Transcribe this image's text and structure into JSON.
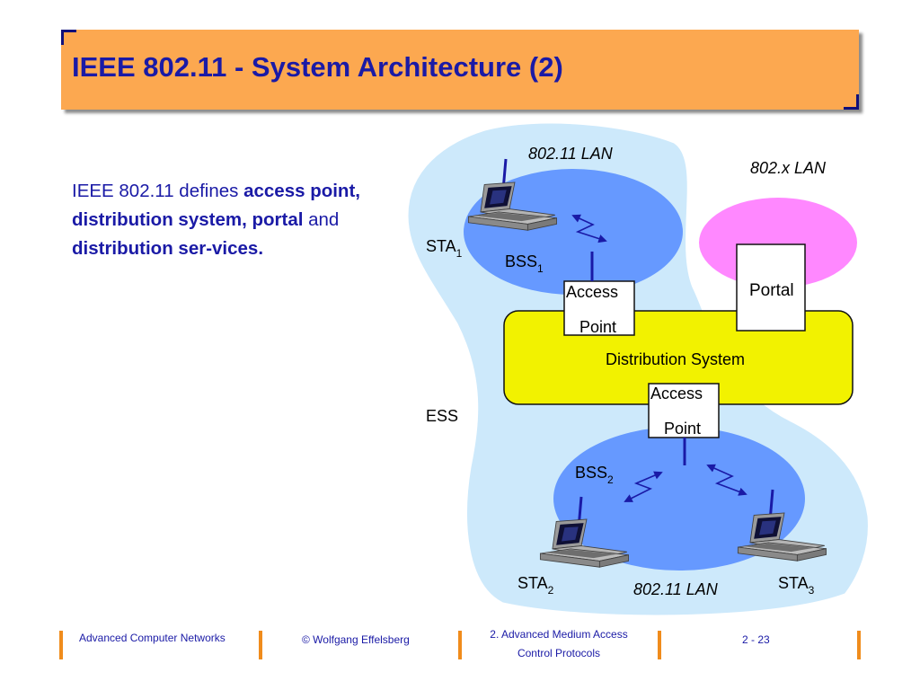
{
  "title": "IEEE 802.11 - System Architecture (2)",
  "body": {
    "t1": "IEEE 802.11 defines ",
    "b1": "access point, distribution system, portal",
    "t2": " and ",
    "b2": "distribution ser-vices."
  },
  "diagram": {
    "lan_top": "802.11 LAN",
    "lan_bottom": "802.11 LAN",
    "lan_x": "802.x LAN",
    "portal": "Portal",
    "distribution_system": "Distribution System",
    "ess": "ESS",
    "ap1": {
      "line1": "Access",
      "line2": "Point"
    },
    "ap2": {
      "line1": "Access",
      "line2": "Point"
    },
    "sta1": {
      "base": "STA",
      "sub": "1"
    },
    "sta2": {
      "base": "STA",
      "sub": "2"
    },
    "sta3": {
      "base": "STA",
      "sub": "3"
    },
    "bss1": {
      "base": "BSS",
      "sub": "1"
    },
    "bss2": {
      "base": "BSS",
      "sub": "2"
    }
  },
  "colors": {
    "title_bg": "#fca850",
    "title_text": "#1a1aa6",
    "ess_fill": "#cde9fb",
    "bss_fill": "#6699ff",
    "ds_fill": "#f2f200",
    "lan_x_fill": "#ff88ff",
    "footer_bar": "#f08c1c"
  },
  "footer": {
    "course": "Advanced Computer Networks",
    "author": "© Wolfgang Effelsberg",
    "chapter_line1": "2. Advanced Medium Access",
    "chapter_line2": "Control Protocols",
    "page": "2 - 23"
  }
}
